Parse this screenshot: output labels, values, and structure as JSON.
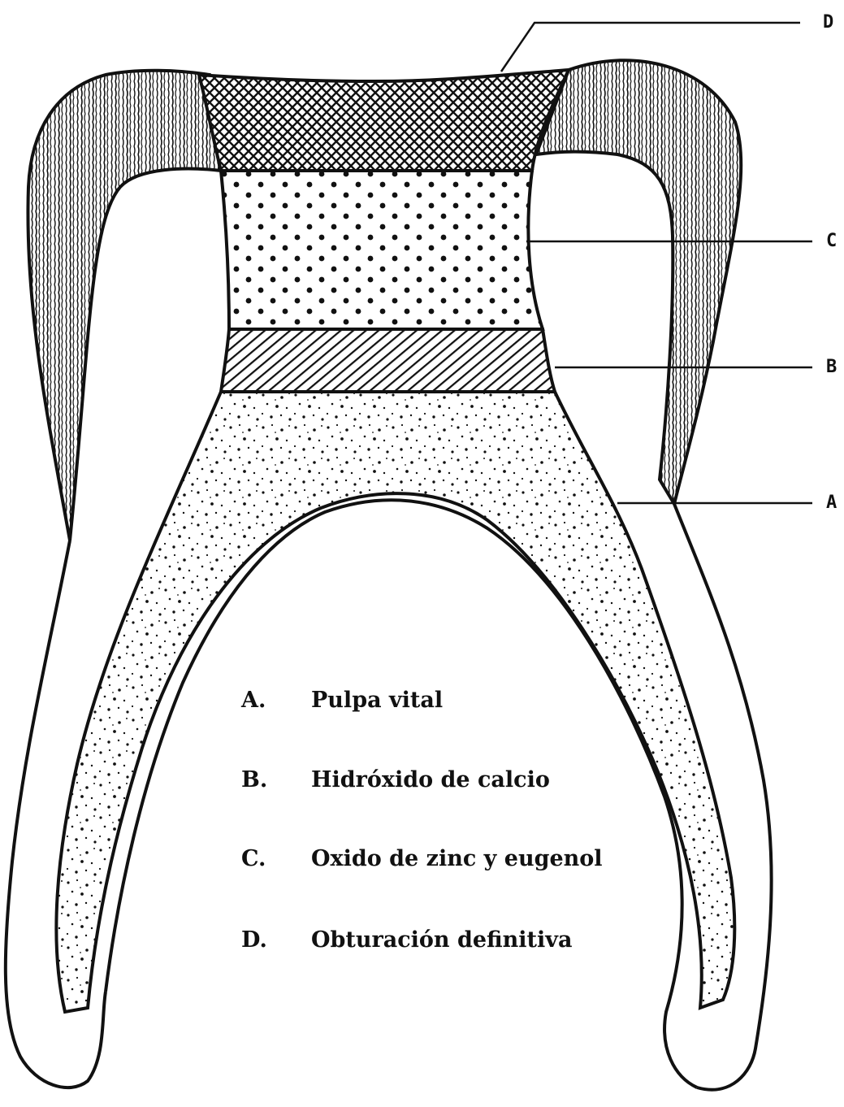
{
  "callouts": [
    {
      "letter": "D"
    },
    {
      "letter": "C"
    },
    {
      "letter": "B"
    },
    {
      "letter": "A"
    }
  ],
  "legend": [
    {
      "key": "A.",
      "text": "Pulpa vital"
    },
    {
      "key": "B.",
      "text": "Hidróxido de calcio"
    },
    {
      "key": "C.",
      "text": "Oxido de zinc y eugenol"
    },
    {
      "key": "D.",
      "text": "Obturación definitiva"
    }
  ],
  "colors": {
    "ink": "#111111",
    "paper": "#ffffff"
  }
}
